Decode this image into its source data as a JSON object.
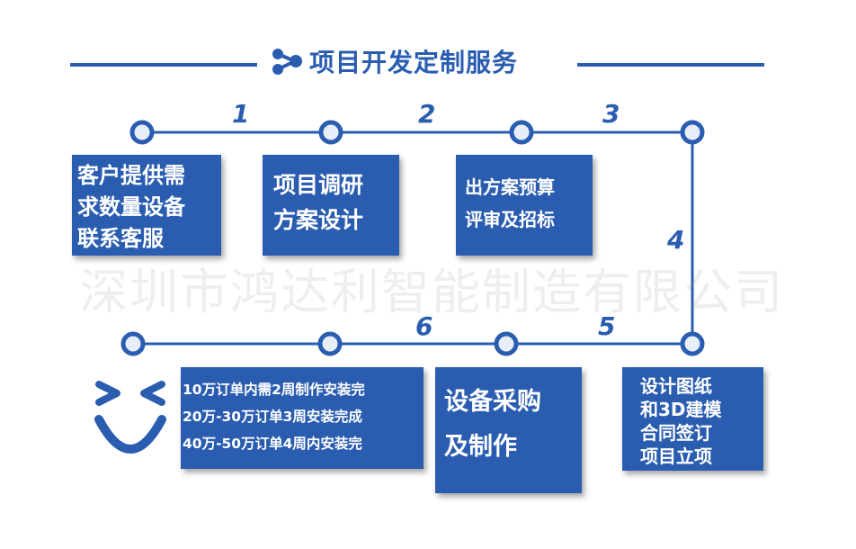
{
  "title": "项目开发定制服务",
  "step_numbers": [
    "1",
    "2",
    "3",
    "4",
    "5",
    "6"
  ],
  "boxes": {
    "step1": [
      "客户提供需",
      "求数量设备",
      "联系客服"
    ],
    "step2": [
      "项目调研",
      "方案设计"
    ],
    "step3": [
      "出方案预算",
      "评审及招标"
    ],
    "step4": [
      "设计图纸",
      "和3D建模",
      "合同签订",
      "项目立项"
    ],
    "step5": [
      "设备采购",
      "及制作"
    ],
    "step6": [
      "10万订单内需2周制作安装完",
      "20万-30万订单3周安装完成",
      "40万-50万订单4周内安装完"
    ]
  },
  "watermark": "深圳市鸿达利智能制造有限公司",
  "colors": {
    "primary": "#2a5db0",
    "node_fill": "#e8eef8",
    "box_text": "#ffffff",
    "background": "#ffffff"
  },
  "icons": {
    "title": "network-nodes-icon",
    "mascot": "smiley-face-icon"
  }
}
